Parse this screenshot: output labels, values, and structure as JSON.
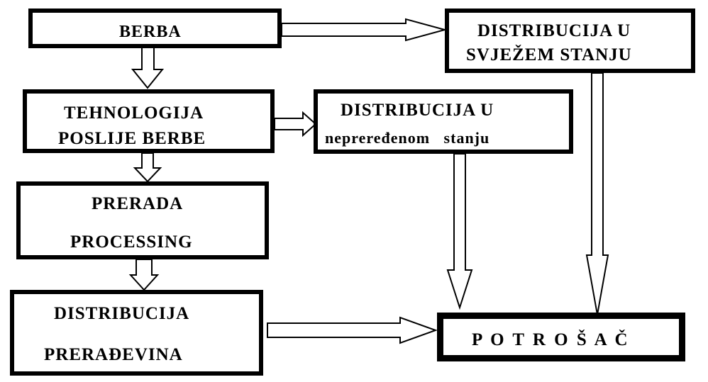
{
  "boxes": {
    "berba": {
      "text": "BERBA"
    },
    "distribucija_svjezem": {
      "line1": "DISTRIBUCIJA U",
      "line2": "SVJEŽEM STANJU"
    },
    "tehnologija": {
      "line1": "TEHNOLOGIJA",
      "line2": "POSLIJE BERBE"
    },
    "distribucija_neprer": {
      "line1": "DISTRIBUCIJA U",
      "line2": "nepreređenom   stanju"
    },
    "prerada": {
      "line1": "PRERADA",
      "line2": "PROCESSING"
    },
    "distribucija_preradevina": {
      "line1": "DISTRIBUCIJA",
      "line2": "PRERAĐEVINA"
    },
    "potrosac": {
      "text": "P O T R O Š A Č"
    }
  }
}
